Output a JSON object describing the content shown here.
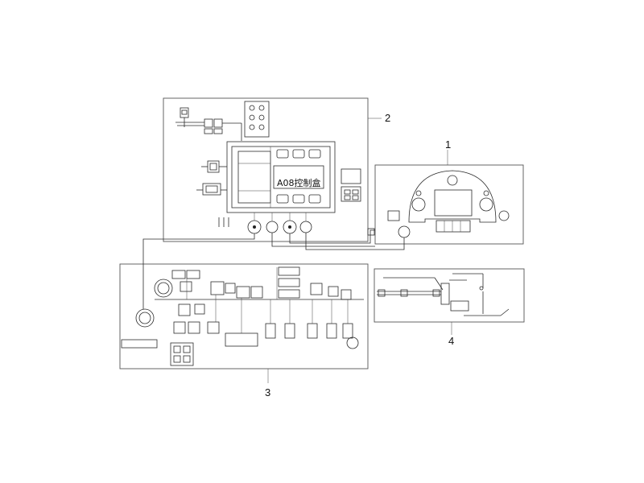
{
  "callouts": {
    "one": "1",
    "two": "2",
    "three": "3",
    "four": "4"
  },
  "control_box": {
    "title": "A08控制盒"
  }
}
